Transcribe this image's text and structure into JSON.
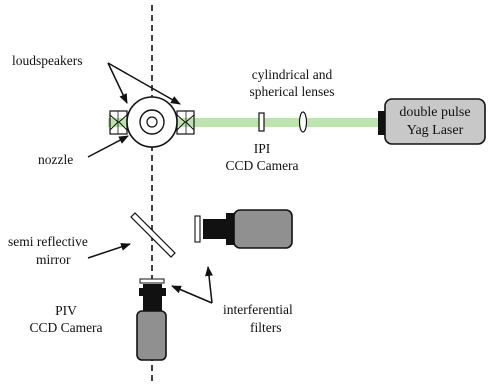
{
  "labels": {
    "loudspeakers": "loudspeakers",
    "lenses_line1": "cylindrical and",
    "lenses_line2": "spherical lenses",
    "laser_line1": "double pulse",
    "laser_line2": "Yag Laser",
    "nozzle": "nozzle",
    "ipi_line1": "IPI",
    "ipi_line2": "CCD Camera",
    "mirror_line1": "semi reflective",
    "mirror_line2": "mirror",
    "piv_line1": "PIV",
    "piv_line2": "CCD Camera",
    "filters_line1": "interferential",
    "filters_line2": "filters"
  },
  "colors": {
    "beam": "#bfe3b0",
    "camera_body": "#909090",
    "lens_black": "#111111",
    "line": "#111111"
  }
}
